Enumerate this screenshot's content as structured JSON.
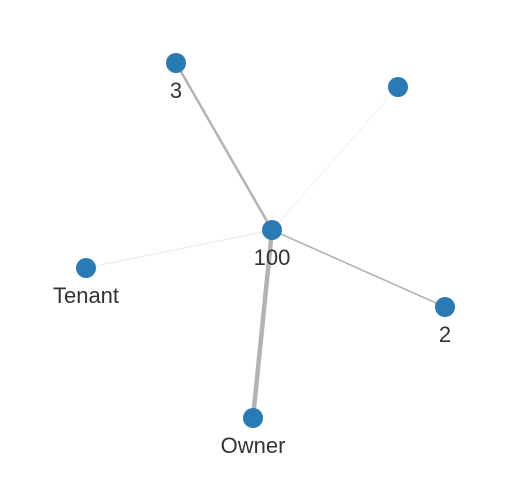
{
  "node_color": "#2a7ab5",
  "edge_color": "#b3b3b3",
  "label_color": "#333333",
  "nodes": [
    {
      "id": "center",
      "label": "100"
    },
    {
      "id": "top-left",
      "label": "3"
    },
    {
      "id": "top-right",
      "label": ""
    },
    {
      "id": "left",
      "label": "Tenant"
    },
    {
      "id": "right",
      "label": "2"
    },
    {
      "id": "bottom",
      "label": "Owner"
    }
  ],
  "edges": [
    {
      "source": "center",
      "target": "top-left",
      "weight": "medium"
    },
    {
      "source": "center",
      "target": "top-right",
      "weight": "faint"
    },
    {
      "source": "center",
      "target": "left",
      "weight": "faint"
    },
    {
      "source": "center",
      "target": "right",
      "weight": "thin"
    },
    {
      "source": "center",
      "target": "bottom",
      "weight": "heavy"
    }
  ]
}
